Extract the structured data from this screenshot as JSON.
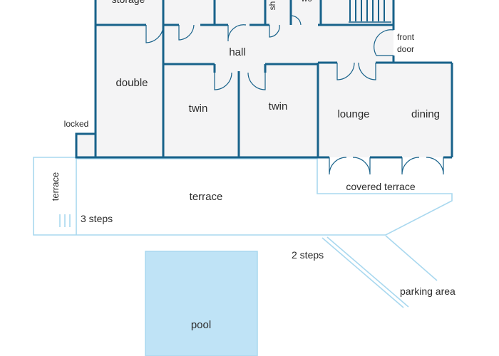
{
  "labels": {
    "storage": "storage",
    "shower": "sh",
    "wc": "wc",
    "hall": "hall",
    "front_door": "front\ndoor",
    "double": "double",
    "twin_left": "twin",
    "twin_right": "twin",
    "lounge": "lounge",
    "dining": "dining",
    "locked": "locked",
    "terrace_side": "terrace",
    "terrace_main": "terrace",
    "covered_terrace": "covered terrace",
    "three_steps": "3 steps",
    "two_steps": "2 steps",
    "parking_area": "parking area",
    "pool": "pool"
  },
  "colors": {
    "wall": "#18628a",
    "room_fill": "#f4f4f5",
    "terrace_outline": "#a9d8ef",
    "pool_fill": "#bfe3f6",
    "text": "#2b2b2b"
  }
}
